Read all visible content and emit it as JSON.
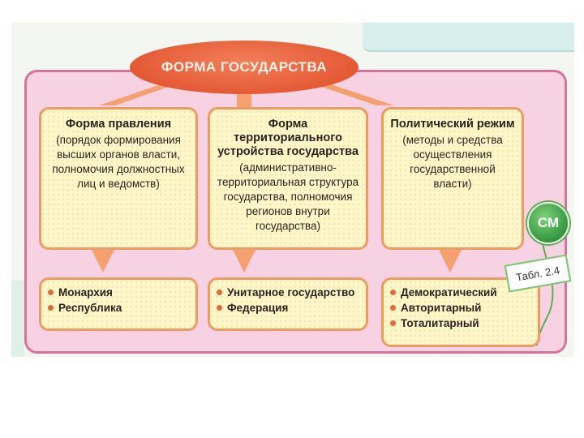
{
  "diagram": {
    "root": "ФОРМА ГОСУДАРСТВА",
    "columns": [
      {
        "title_lines": [
          "Форма правления"
        ],
        "desc_lines": [
          "(порядок формирования",
          "высших органов власти,",
          "полномочия должностных",
          "лиц и ведомств)"
        ],
        "items": [
          "Монархия",
          "Республика"
        ]
      },
      {
        "title_lines": [
          "Форма территориального",
          "устройства государства"
        ],
        "desc_lines": [
          "(административно-",
          "территориальная структура",
          "государства, полномочия",
          "регионов внутри",
          "государства)"
        ],
        "items": [
          "Унитарное государство",
          "Федерация"
        ]
      },
      {
        "title_lines": [
          "Политический режим"
        ],
        "desc_lines": [
          "(методы и средства",
          "осуществления",
          "государственной",
          "власти)"
        ],
        "items": [
          "Демократический",
          "Авторитарный",
          "Тоталитарный"
        ]
      }
    ],
    "badge": "СМ",
    "table_ref": "Табл. 2.4"
  },
  "colors": {
    "frame_pink": "#f6d2e3",
    "frame_border": "#d7729d",
    "oval_orange": "#e45a35",
    "box_fill": "#fff7c9",
    "box_border": "#ee9a63",
    "badge_green": "#3ea048"
  }
}
